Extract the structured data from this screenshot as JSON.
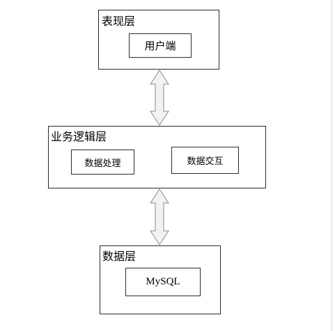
{
  "diagram": {
    "layers": [
      {
        "title": "表现层",
        "components": [
          "用户端"
        ]
      },
      {
        "title": "业务逻辑层",
        "components": [
          "数据处理",
          "数据交互"
        ]
      },
      {
        "title": "数据层",
        "components": [
          "MySQL"
        ]
      }
    ],
    "connectors": [
      {
        "from": "表现层",
        "to": "业务逻辑层",
        "type": "bidirectional"
      },
      {
        "from": "业务逻辑层",
        "to": "数据层",
        "type": "bidirectional"
      }
    ],
    "colors": {
      "border": "#2a2a2a",
      "arrow_fill": "#f2f2f2",
      "arrow_stroke": "#8a8a8a"
    }
  }
}
